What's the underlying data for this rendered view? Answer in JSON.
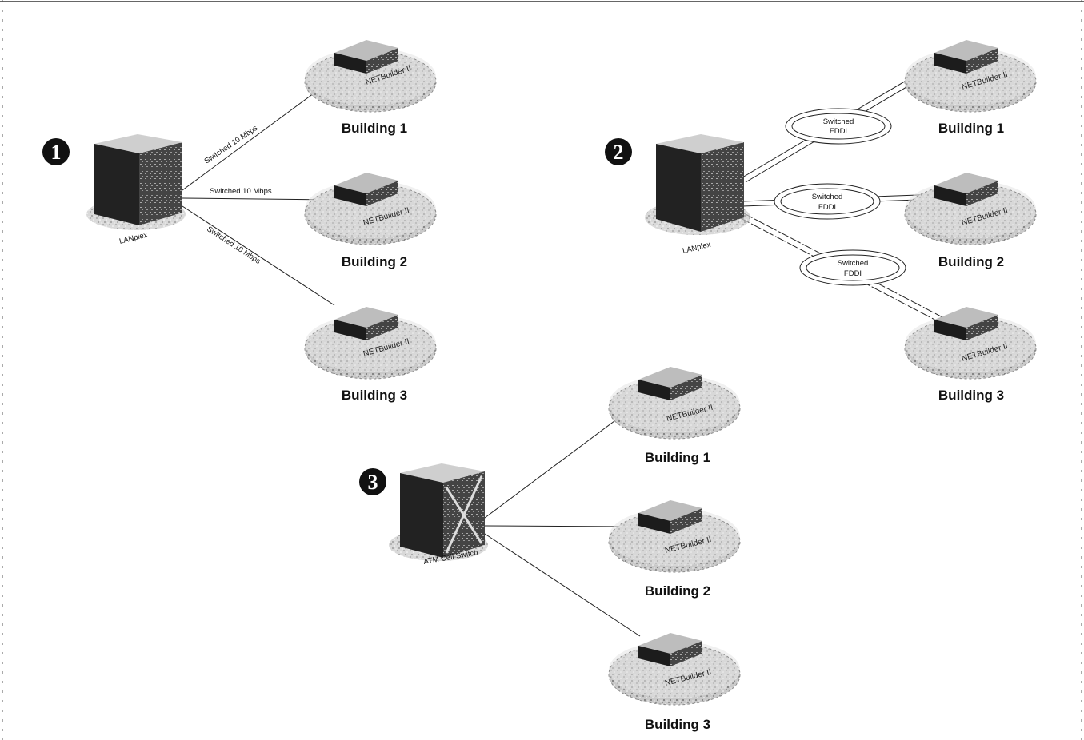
{
  "scenarios": [
    {
      "number": "1",
      "device_label": "LANplex",
      "links": [
        {
          "label": "Switched 10 Mbps"
        },
        {
          "label": "Switched 10 Mbps"
        },
        {
          "label": "Switched 10 Mbps"
        }
      ],
      "buildings": [
        {
          "name": "Building 1",
          "router": "NETBuilder II"
        },
        {
          "name": "Building 2",
          "router": "NETBuilder II"
        },
        {
          "name": "Building 3",
          "router": "NETBuilder II"
        }
      ]
    },
    {
      "number": "2",
      "device_label": "LANplex",
      "links": [
        {
          "label_line1": "Switched",
          "label_line2": "FDDI"
        },
        {
          "label_line1": "Switched",
          "label_line2": "FDDI"
        },
        {
          "label_line1": "Switched",
          "label_line2": "FDDI"
        }
      ],
      "buildings": [
        {
          "name": "Building 1",
          "router": "NETBuilder II"
        },
        {
          "name": "Building 2",
          "router": "NETBuilder II"
        },
        {
          "name": "Building 3",
          "router": "NETBuilder II"
        }
      ]
    },
    {
      "number": "3",
      "device_label": "ATM Cell Switch",
      "buildings": [
        {
          "name": "Building 1",
          "router": "NETBuilder II"
        },
        {
          "name": "Building 2",
          "router": "NETBuilder II"
        },
        {
          "name": "Building 3",
          "router": "NETBuilder II"
        }
      ]
    }
  ],
  "colors": {
    "ink": "#111111",
    "disc": "#b9b9b9",
    "device": "#3a3a3a"
  }
}
